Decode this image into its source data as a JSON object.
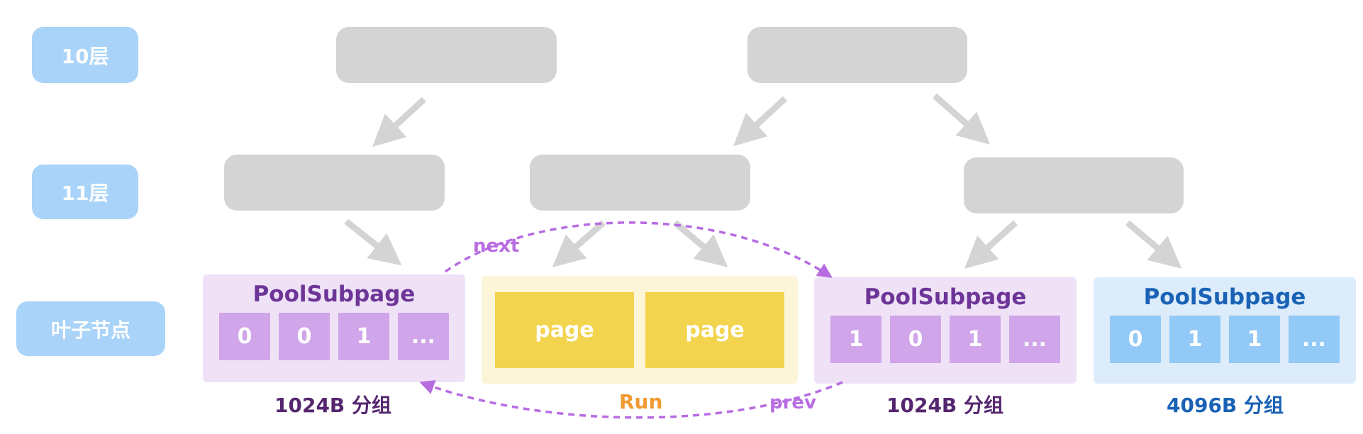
{
  "levels": {
    "level_10": "10层",
    "level_11": "11层",
    "leaf": "叶子节点"
  },
  "subpages": [
    {
      "title": "PoolSubpage",
      "cells": [
        "0",
        "0",
        "1",
        "..."
      ],
      "caption": "1024B 分组",
      "color": "purple"
    },
    {
      "title": "PoolSubpage",
      "cells": [
        "1",
        "0",
        "1",
        "..."
      ],
      "caption": "1024B 分组",
      "color": "purple"
    },
    {
      "title": "PoolSubpage",
      "cells": [
        "0",
        "1",
        "1",
        "..."
      ],
      "caption": "4096B 分组",
      "color": "blue"
    }
  ],
  "run": {
    "pages": [
      "page",
      "page"
    ],
    "caption": "Run"
  },
  "links": {
    "next": "next",
    "prev": "prev"
  },
  "colors": {
    "tree_node": "#d4d4d4",
    "level_label": "#a9d3f8",
    "purple_group": "#efe2f7",
    "purple_cell": "#d0a5ea",
    "blue_group": "#dcecfb",
    "blue_cell": "#93c9f6",
    "run_bg": "#fdf5d8",
    "page_block": "#f3d44f",
    "link_arrow": "#b76ce2",
    "tree_arrow": "#d4d4d4"
  }
}
